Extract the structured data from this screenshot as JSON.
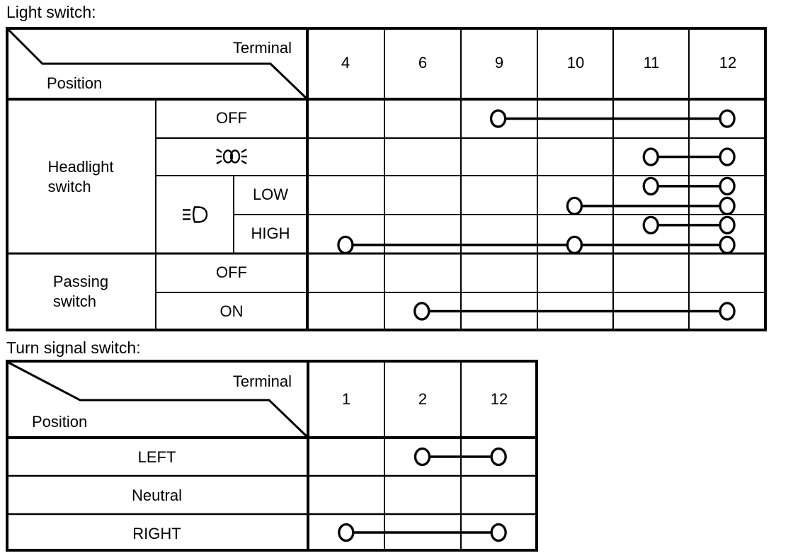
{
  "page": {
    "background": "#ffffff",
    "ink": "#000000"
  },
  "light_switch": {
    "title": "Light switch:",
    "corner": {
      "terminal": "Terminal",
      "position": "Position"
    },
    "terminals": [
      "4",
      "6",
      "9",
      "10",
      "11",
      "12"
    ],
    "groups": [
      {
        "label1": "Headlight",
        "label2": "switch"
      },
      {
        "label1": "Passing",
        "label2": "switch"
      }
    ],
    "icons": {
      "parking_lamp": "parking-lamp-icon",
      "headlight_beam": "headlight-beam-icon"
    },
    "rows": [
      {
        "group": "Headlight switch",
        "position": "OFF",
        "lines": [
          {
            "y": 0.5,
            "terminals": [
              "9",
              "12"
            ]
          }
        ]
      },
      {
        "group": "Headlight switch",
        "position": "parking-lamp-icon",
        "lines": [
          {
            "y": 0.5,
            "terminals": [
              "11",
              "12"
            ]
          }
        ]
      },
      {
        "group": "Headlight switch",
        "beam_icon": "headlight-beam-icon",
        "position": "LOW",
        "lines": [
          {
            "y": 0.27,
            "terminals": [
              "11",
              "12"
            ]
          },
          {
            "y": 0.78,
            "terminals": [
              "10",
              "12"
            ]
          }
        ]
      },
      {
        "group": "Headlight switch",
        "beam_icon": "headlight-beam-icon",
        "position": "HIGH",
        "lines": [
          {
            "y": 0.27,
            "terminals": [
              "11",
              "12"
            ]
          },
          {
            "y": 0.78,
            "terminals": [
              "4",
              "10",
              "12"
            ]
          }
        ]
      },
      {
        "group": "Passing switch",
        "position": "OFF",
        "lines": []
      },
      {
        "group": "Passing switch",
        "position": "ON",
        "lines": [
          {
            "y": 0.5,
            "terminals": [
              "6",
              "12"
            ]
          }
        ]
      }
    ]
  },
  "turn_signal_switch": {
    "title": "Turn signal switch:",
    "corner": {
      "terminal": "Terminal",
      "position": "Position"
    },
    "terminals": [
      "1",
      "2",
      "12"
    ],
    "rows": [
      {
        "position": "LEFT",
        "lines": [
          {
            "y": 0.5,
            "terminals": [
              "2",
              "12"
            ]
          }
        ]
      },
      {
        "position": "Neutral",
        "lines": []
      },
      {
        "position": "RIGHT",
        "lines": [
          {
            "y": 0.5,
            "terminals": [
              "1",
              "12"
            ]
          }
        ]
      }
    ]
  }
}
